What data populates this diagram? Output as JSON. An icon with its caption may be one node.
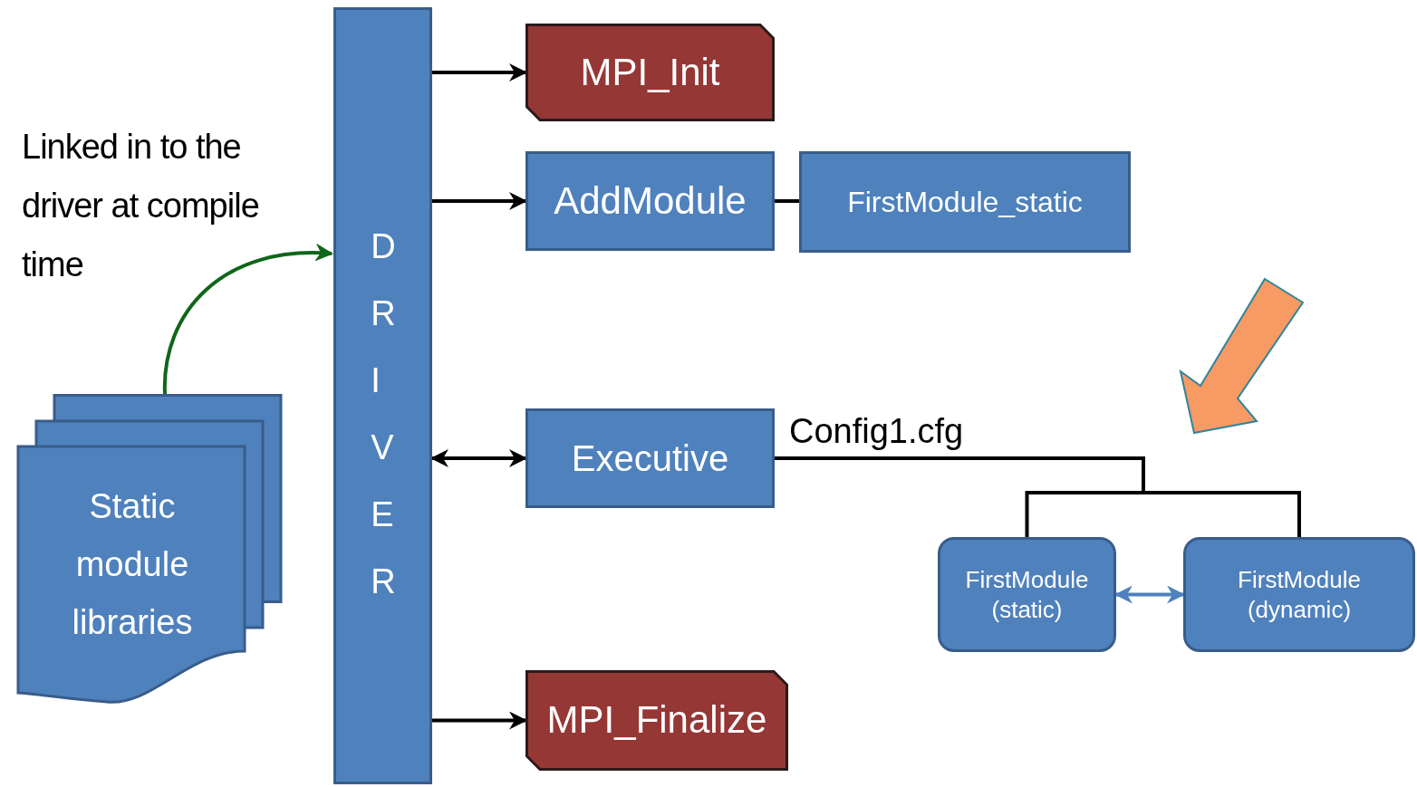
{
  "diagram": {
    "nodes": [
      {
        "text": [
          "DRIVER"
        ]
      },
      {
        "text": [
          "MPI_Init"
        ]
      },
      {
        "text": [
          "AddModule"
        ]
      },
      {
        "text": [
          "FirstModule_static"
        ]
      },
      {
        "text": [
          "Executive"
        ]
      },
      {
        "text": [
          "FirstModule (static)"
        ]
      },
      {
        "text": [
          "FirstModule (dynamic)"
        ]
      },
      {
        "text": [
          "MPI_Finalize"
        ]
      },
      {
        "text": [
          "Static module libraries"
        ]
      }
    ],
    "edges": [
      {
        "from": 0,
        "to": 1,
        "arrow": "to"
      },
      {
        "from": 0,
        "to": 2,
        "arrow": "to"
      },
      {
        "from": 2,
        "to": 3,
        "arrow": "none"
      },
      {
        "from": 0,
        "to": 4,
        "arrow": "both"
      },
      {
        "from": 4,
        "to": 5,
        "arrow": "none",
        "label": "Config1.cfg"
      },
      {
        "from": 4,
        "to": 6,
        "arrow": "none"
      },
      {
        "from": 5,
        "to": 6,
        "arrow": "both",
        "color": "#4f81bd"
      },
      {
        "from": 8,
        "to": 0,
        "arrow": "to",
        "color": "#10661a"
      },
      {
        "from": 0,
        "to": 7,
        "arrow": "to"
      }
    ],
    "labels": [
      "Linked in to the driver at compile time"
    ]
  }
}
